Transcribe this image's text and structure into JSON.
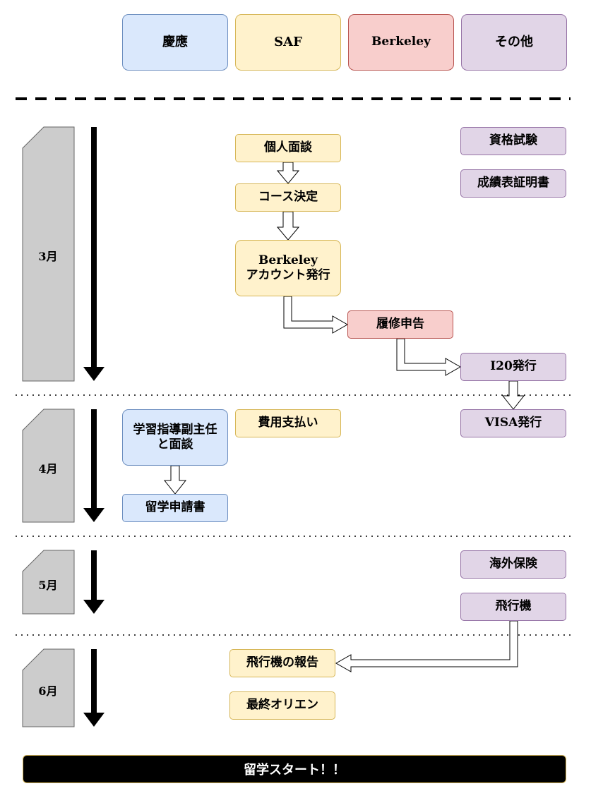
{
  "header": {
    "keio": "慶應",
    "saf": "SAF",
    "berkeley": "Berkeley",
    "other": "その他"
  },
  "colors": {
    "keio_fill": "#dae8fc",
    "saf_fill": "#fff2cc",
    "berkeley_fill": "#f8cecc",
    "other_fill": "#e1d5e7",
    "month_fill": "#cccccc"
  },
  "months": {
    "march": "3月",
    "april": "4月",
    "may": "5月",
    "june": "6月"
  },
  "march": {
    "interview": "個人面談",
    "course_decision": "コース決定",
    "account_line1": "Berkeley",
    "account_line2": "アカウント発行",
    "enrollment": "履修申告",
    "i20": "I20発行",
    "qualification_exam": "資格試験",
    "transcript": "成績表証明書"
  },
  "april": {
    "advisor_line1": "学習指導副主任",
    "advisor_line2": "と面談",
    "application": "留学申請書",
    "payment": "費用支払い",
    "visa": "VISA発行"
  },
  "may": {
    "insurance": "海外保険",
    "flight": "飛行機"
  },
  "june": {
    "flight_report": "飛行機の報告",
    "orientation": "最終オリエン"
  },
  "footer": {
    "start": "留学スタート！！"
  }
}
